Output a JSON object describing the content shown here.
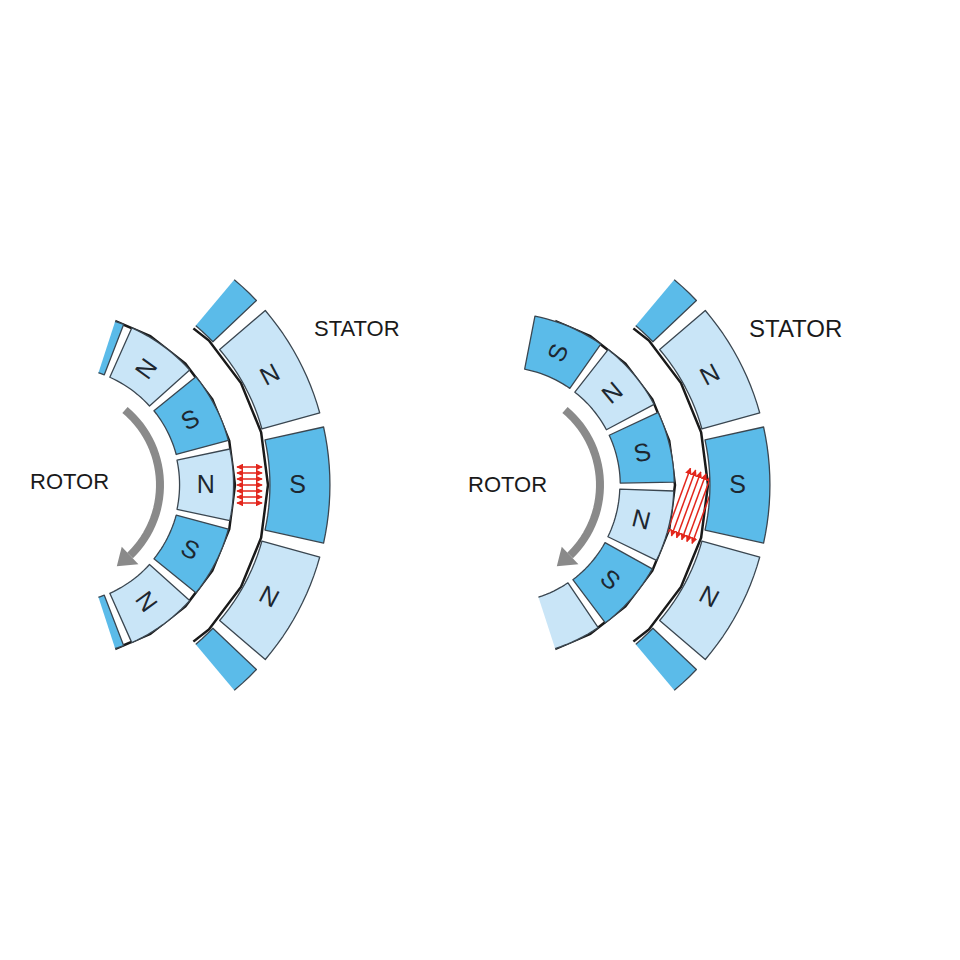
{
  "diagram": {
    "nodes": [
      {
        "text": [
          "N"
        ]
      },
      {
        "text": [
          "S"
        ]
      },
      {
        "text": [
          "N"
        ]
      },
      {
        "text": [
          "S"
        ]
      },
      {
        "text": [
          "N"
        ]
      },
      {
        "text": [
          "N"
        ]
      },
      {
        "text": [
          "S"
        ]
      },
      {
        "text": [
          "N"
        ]
      },
      {
        "text": [
          "S"
        ]
      },
      {
        "text": [
          "N"
        ]
      },
      {
        "text": [
          "S"
        ]
      },
      {
        "text": [
          "N"
        ]
      },
      {
        "text": [
          "S"
        ]
      },
      {
        "text": [
          "N"
        ]
      },
      {
        "text": [
          "S"
        ]
      },
      {
        "text": [
          "N"
        ]
      }
    ],
    "edges": [
      {
        "from": 2,
        "to": 6,
        "arrow": "both"
      },
      {
        "from": 11,
        "to": 14,
        "arrow": "both"
      }
    ],
    "labels": [
      "STATOR",
      "ROTOR",
      "STATOR",
      "ROTOR"
    ]
  }
}
